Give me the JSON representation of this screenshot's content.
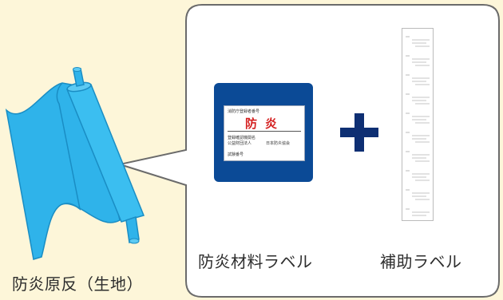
{
  "captions": {
    "raw_fabric": "防炎原反（生地）",
    "fire_label": "防炎材料ラベル",
    "aux_label": "補助ラベル"
  },
  "fire_label_card": {
    "top_line": "消防庁登録者番号",
    "red_text": "防炎",
    "left_line_1": "登録確認機関名",
    "left_line_2": "公益財団法人",
    "right_line": "日本防炎協会",
    "bottom_line": "試験番号"
  },
  "colors": {
    "background": "#fdf6d9",
    "fabric": "#2fb3ea",
    "label_blue": "#0b4a96",
    "plus": "#0e2f73",
    "red": "#d42020"
  }
}
